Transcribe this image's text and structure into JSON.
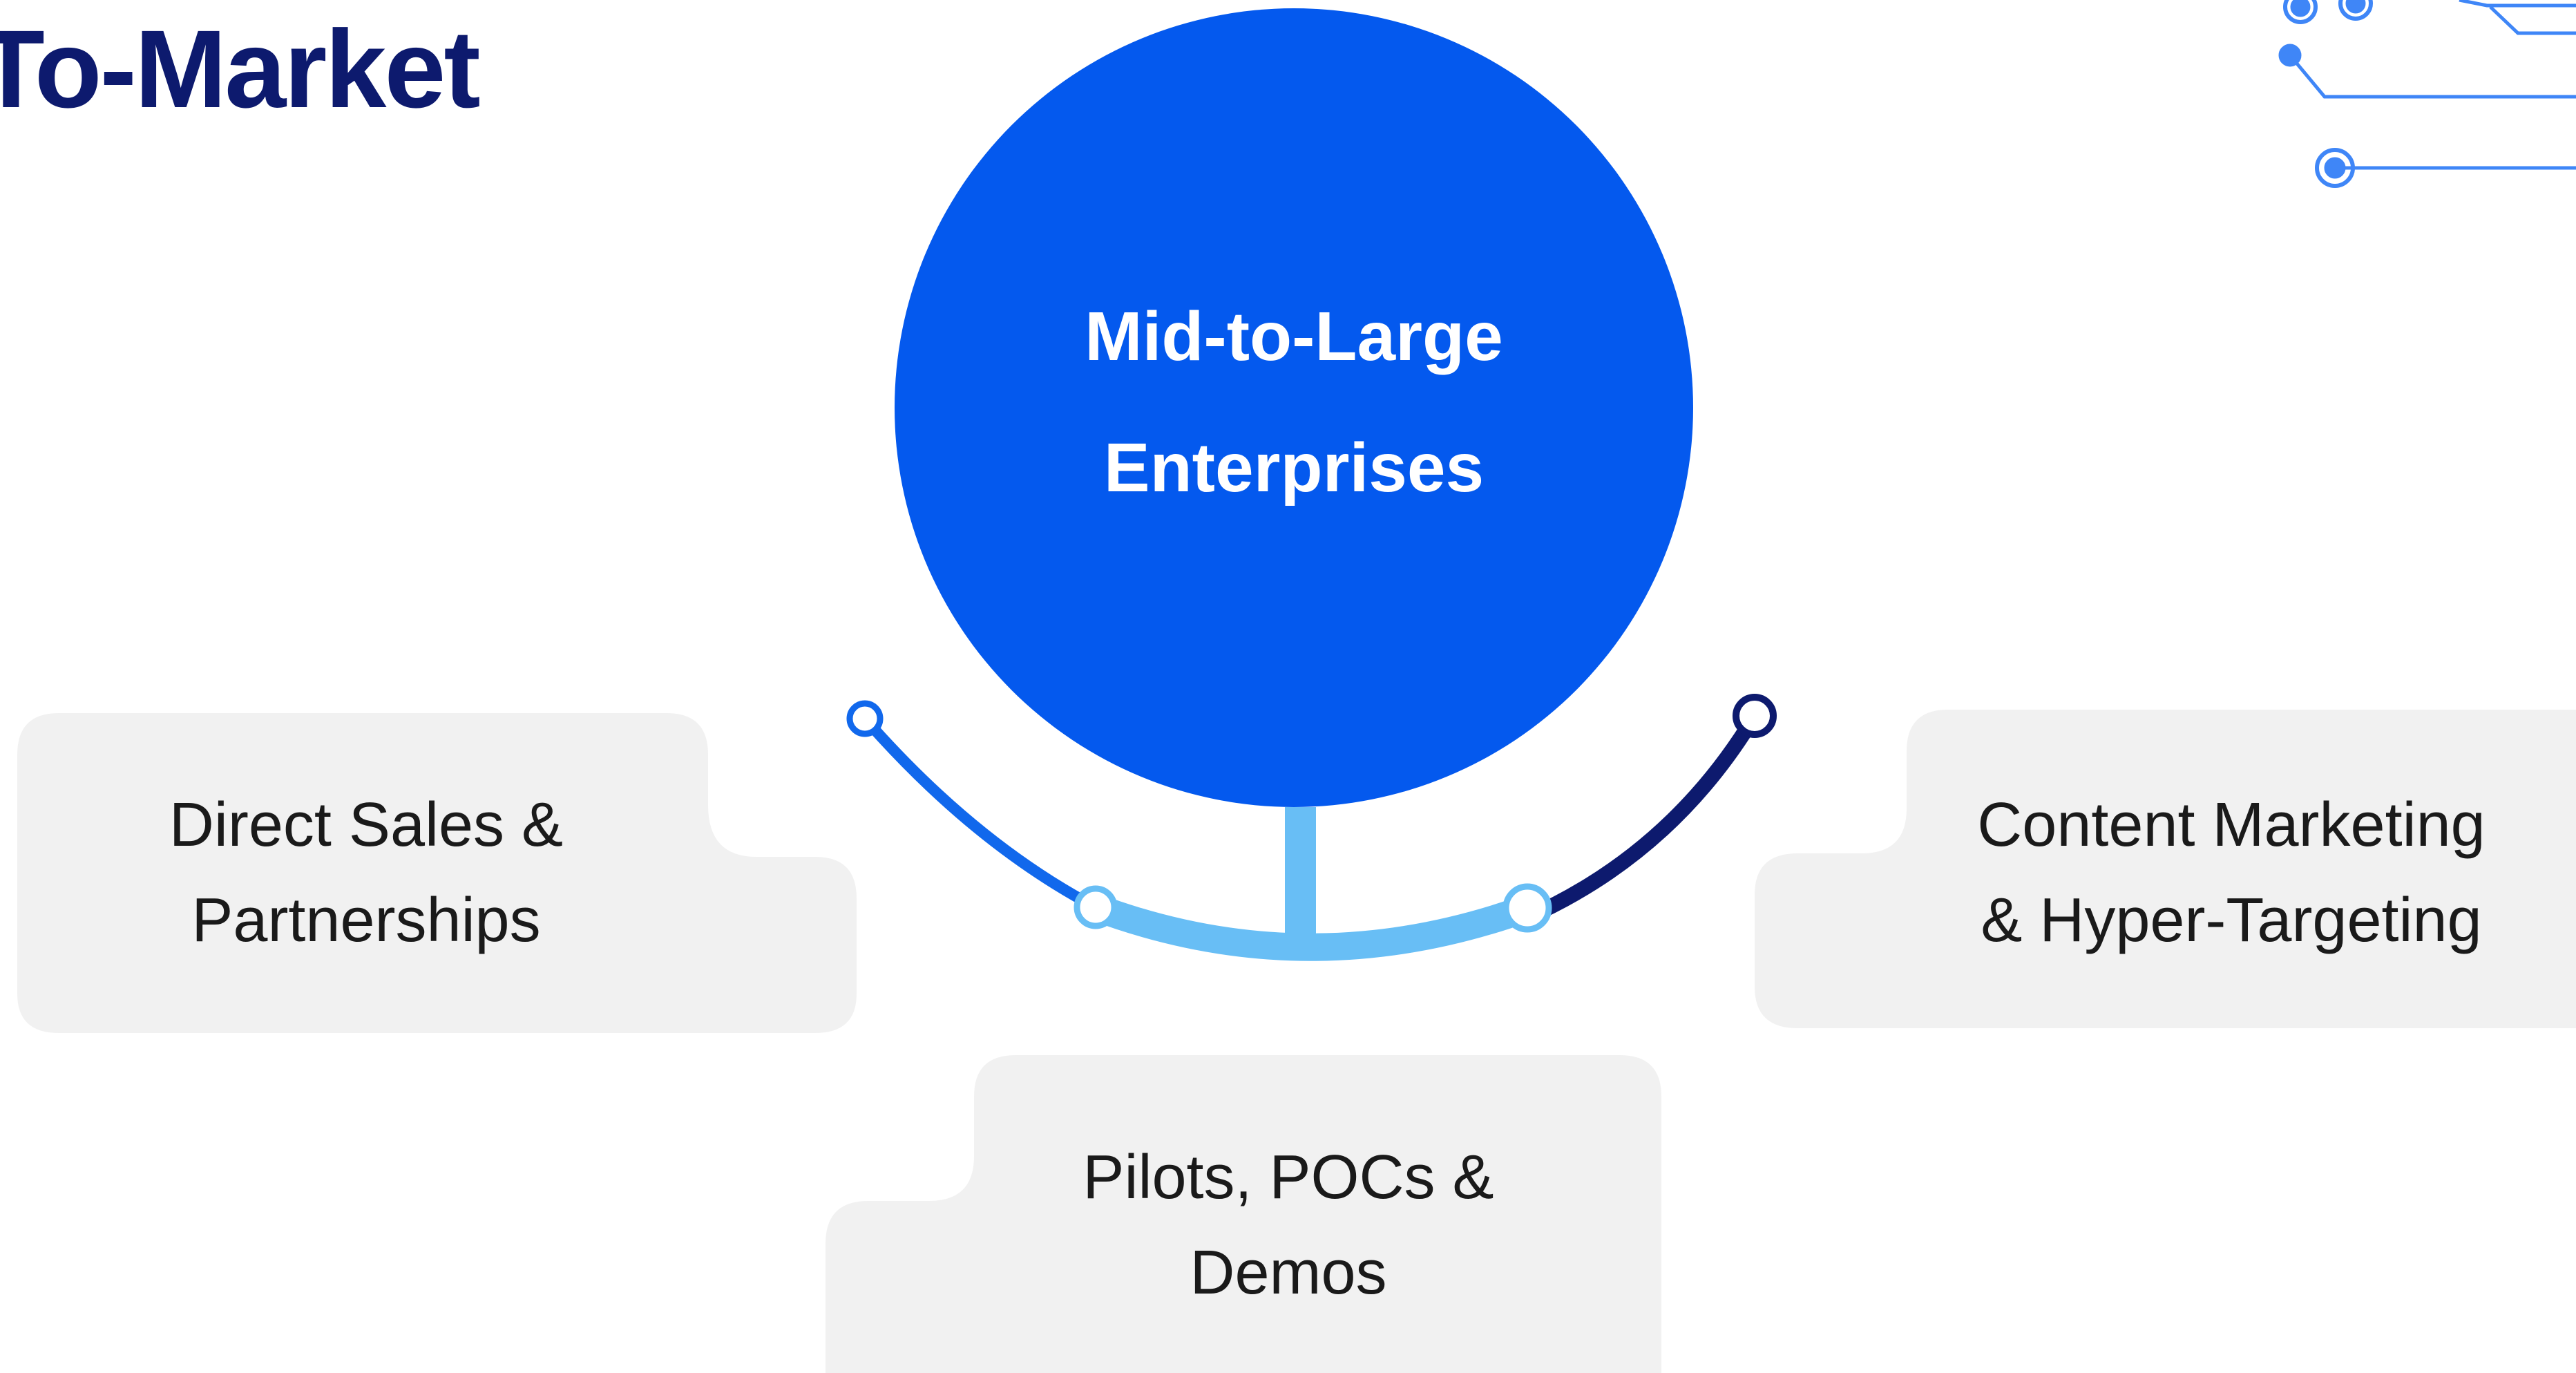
{
  "page": {
    "title": "o-To-Market"
  },
  "hub": {
    "label_line1": "Mid-to-Large",
    "label_line2": "Enterprises"
  },
  "channels": {
    "left": {
      "line1": "Direct Sales &",
      "line2": "Partnerships"
    },
    "right": {
      "line1": "Content Marketing",
      "line2": "& Hyper-Targeting"
    },
    "bottom": {
      "line1": "Pilots, POCs &",
      "line2": "Demos"
    }
  },
  "colors": {
    "title": "#0d1a6e",
    "hub": "#0459ee",
    "connector_light": "#68bef5",
    "connector_mid": "#1168ec",
    "connector_dark": "#0d1a6e",
    "box": "#f1f1f1",
    "circuit": "#3f86f7"
  },
  "icons": [
    "circuit-decoration-icon"
  ]
}
